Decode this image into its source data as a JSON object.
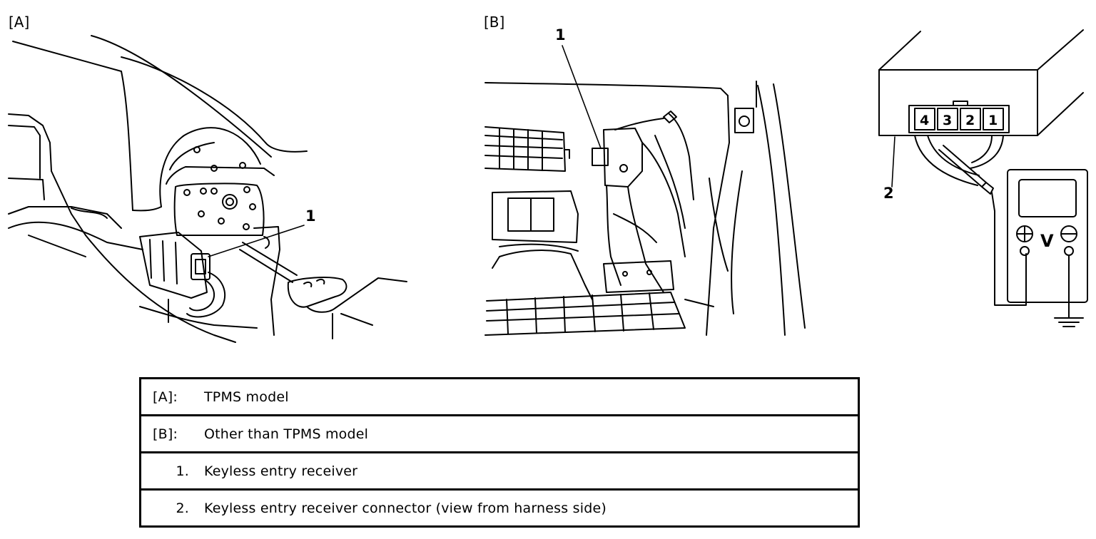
{
  "figure": {
    "panel_a_label": "[A]",
    "panel_b_label": "[B]",
    "panel_a_callout": "1",
    "panel_b_callout": "1",
    "connector_callout": "2",
    "connector_pins": [
      "4",
      "3",
      "2",
      "1"
    ],
    "voltmeter_symbol": "V"
  },
  "legend": [
    {
      "key": "[A]:",
      "text": "TPMS model"
    },
    {
      "key": "[B]:",
      "text": "Other than TPMS model"
    },
    {
      "key": "1.",
      "text": "Keyless entry receiver"
    },
    {
      "key": "2.",
      "text": "Keyless entry receiver connector (view from harness side)"
    }
  ]
}
